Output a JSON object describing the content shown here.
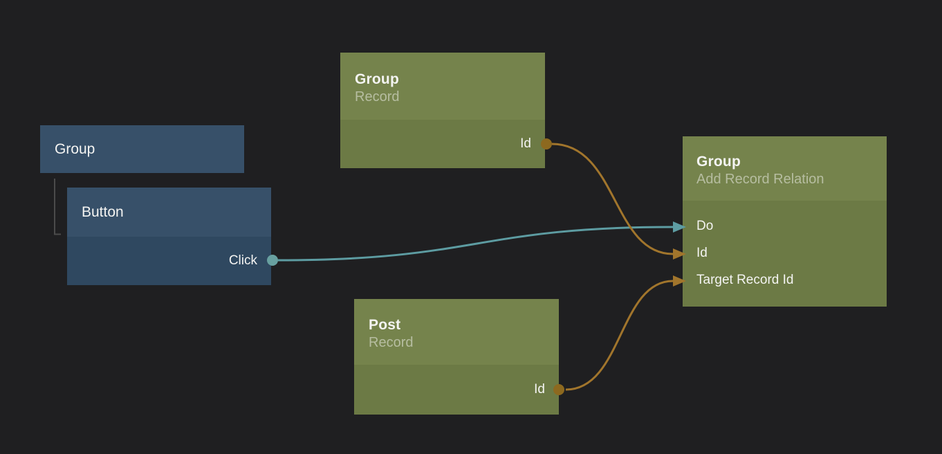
{
  "colors": {
    "background": "#1f1f21",
    "blue_node_header": "#375069",
    "blue_node_body": "#2f4860",
    "green_node_header": "#75834c",
    "green_node_body": "#6c7a45",
    "teal_edge": "#5d9ca2",
    "teal_port": "#68a0a0",
    "orange_edge": "#a1752c",
    "orange_port": "#8d691f",
    "hierarchy_line": "#4b4b4b",
    "title_text": "#f4f4f2"
  },
  "nodes": {
    "group_element": {
      "title": "Group"
    },
    "button_element": {
      "title": "Button",
      "ports_out": [
        "Click"
      ]
    },
    "group_record": {
      "title": "Group",
      "subtitle": "Record",
      "ports_out": [
        "Id"
      ]
    },
    "post_record": {
      "title": "Post",
      "subtitle": "Record",
      "ports_out": [
        "Id"
      ]
    },
    "group_add_record_relation": {
      "title": "Group",
      "subtitle": "Add Record Relation",
      "ports_in": [
        "Do",
        "Id",
        "Target Record Id"
      ]
    }
  },
  "hierarchy": [
    {
      "parent": "Group",
      "child": "Button"
    }
  ],
  "edges": [
    {
      "from_node": "Button",
      "from_port": "Click",
      "to_node": "Group (Add Record Relation)",
      "to_port": "Do",
      "color": "#5d9ca2"
    },
    {
      "from_node": "Group (Record)",
      "from_port": "Id",
      "to_node": "Group (Add Record Relation)",
      "to_port": "Id",
      "color": "#a1752c"
    },
    {
      "from_node": "Post (Record)",
      "from_port": "Id",
      "to_node": "Group (Add Record Relation)",
      "to_port": "Target Record Id",
      "color": "#a1752c"
    }
  ]
}
